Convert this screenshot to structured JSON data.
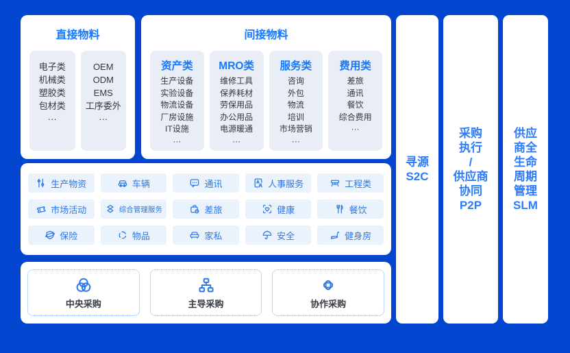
{
  "colors": {
    "background": "#0245CF",
    "panel": "#FFFFFF",
    "accent_blue": "#1677FF",
    "grid_blue": "#2E78E8",
    "subcard_bg": "#E9EEF6",
    "chip_bg": "#EAF2FC",
    "dark_text": "#33373D",
    "column_text": "#2B7CFA"
  },
  "direct_materials": {
    "title": "直接物料",
    "cards": [
      {
        "items": [
          "电子类",
          "机械类",
          "塑胶类",
          "包材类",
          "···"
        ]
      },
      {
        "items": [
          "OEM",
          "ODM",
          "EMS",
          "工序委外",
          "···"
        ]
      }
    ]
  },
  "indirect_materials": {
    "title": "间接物料",
    "cards": [
      {
        "title": "资产类",
        "items": [
          "生产设备",
          "实验设备",
          "物流设备",
          "厂房设施",
          "IT设施",
          "···"
        ]
      },
      {
        "title": "MRO类",
        "items": [
          "维修工具",
          "保养耗材",
          "劳保用品",
          "办公用品",
          "电源暖通",
          "···"
        ]
      },
      {
        "title": "服务类",
        "items": [
          "咨询",
          "外包",
          "物流",
          "培训",
          "市场营销",
          "···"
        ]
      },
      {
        "title": "费用类",
        "items": [
          "差旅",
          "通讯",
          "餐饮",
          "综合费用",
          "···"
        ]
      }
    ]
  },
  "category_grid": {
    "items": [
      {
        "icon": "production-materials-icon",
        "label": "生产物资"
      },
      {
        "icon": "vehicle-icon",
        "label": "车辆"
      },
      {
        "icon": "communication-icon",
        "label": "通讯"
      },
      {
        "icon": "hr-service-icon",
        "label": "人事服务"
      },
      {
        "icon": "engineering-icon",
        "label": "工程类"
      },
      {
        "icon": "marketing-icon",
        "label": "市场活动"
      },
      {
        "icon": "general-management-icon",
        "label": "综合管理服务"
      },
      {
        "icon": "travel-icon",
        "label": "差旅"
      },
      {
        "icon": "health-icon",
        "label": "健康"
      },
      {
        "icon": "dining-icon",
        "label": "餐饮"
      },
      {
        "icon": "insurance-icon",
        "label": "保险"
      },
      {
        "icon": "goods-icon",
        "label": "物品"
      },
      {
        "icon": "furniture-icon",
        "label": "家私"
      },
      {
        "icon": "safety-icon",
        "label": "安全"
      },
      {
        "icon": "gym-icon",
        "label": "健身房"
      }
    ]
  },
  "procurement_modes": {
    "cards": [
      {
        "icon": "venn-icon",
        "label": "中央采购"
      },
      {
        "icon": "org-chart-icon",
        "label": "主导采购"
      },
      {
        "icon": "collaboration-icon",
        "label": "协作采购"
      }
    ]
  },
  "process_columns": [
    {
      "text": "寻源\nS2C"
    },
    {
      "text": "采购\n执行\n/\n供应商\n协同\nP2P"
    },
    {
      "text": "供应\n商全\n生命\n周期\n管理\nSLM"
    }
  ]
}
